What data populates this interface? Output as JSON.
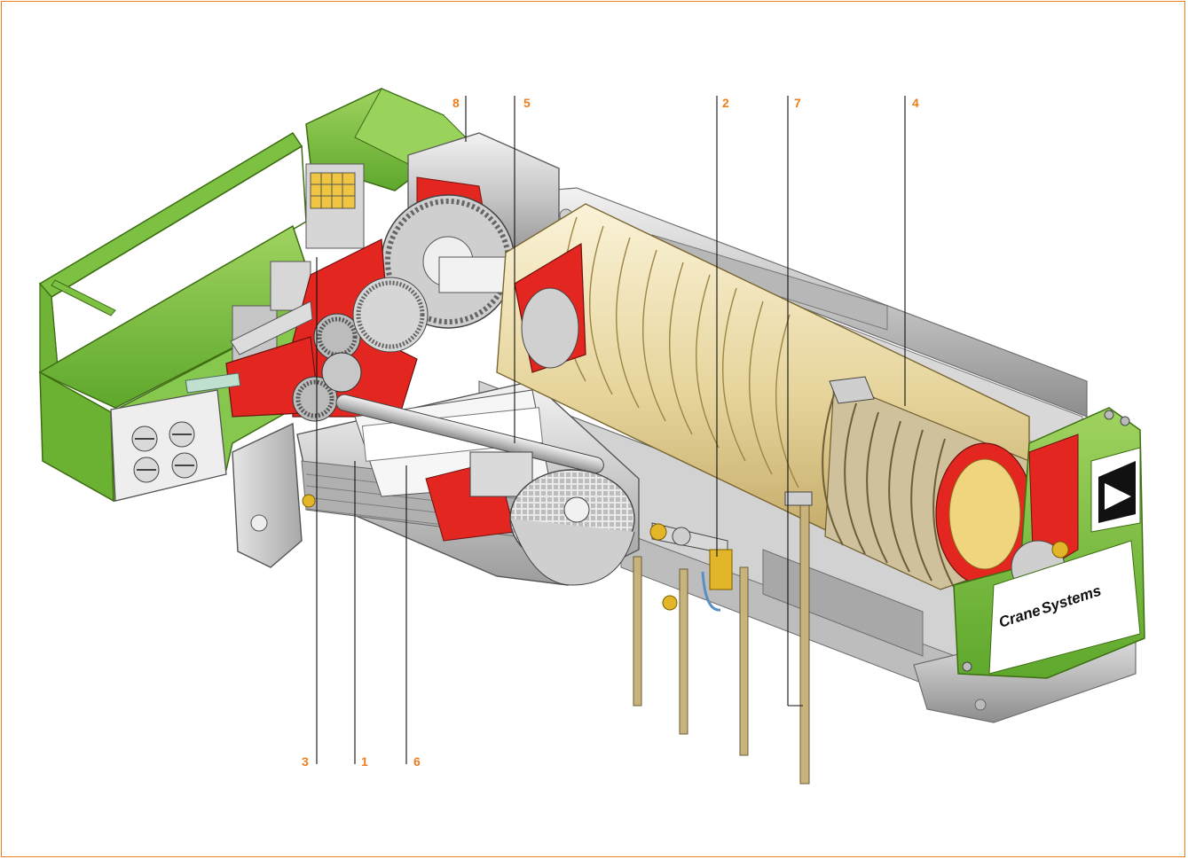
{
  "callouts": {
    "c8": "8",
    "c5": "5",
    "c2": "2",
    "c7": "7",
    "c4": "4",
    "c3": "3",
    "c1": "1",
    "c6": "6"
  },
  "logo": {
    "line1": "Crane",
    "line2": "Systems"
  },
  "colors": {
    "accent": "#ee7d1c",
    "housing_green": "#7dc142",
    "section_red": "#e3261f",
    "drum_beige": "#e8d9a6",
    "steel_gray": "#c9c9c9"
  }
}
